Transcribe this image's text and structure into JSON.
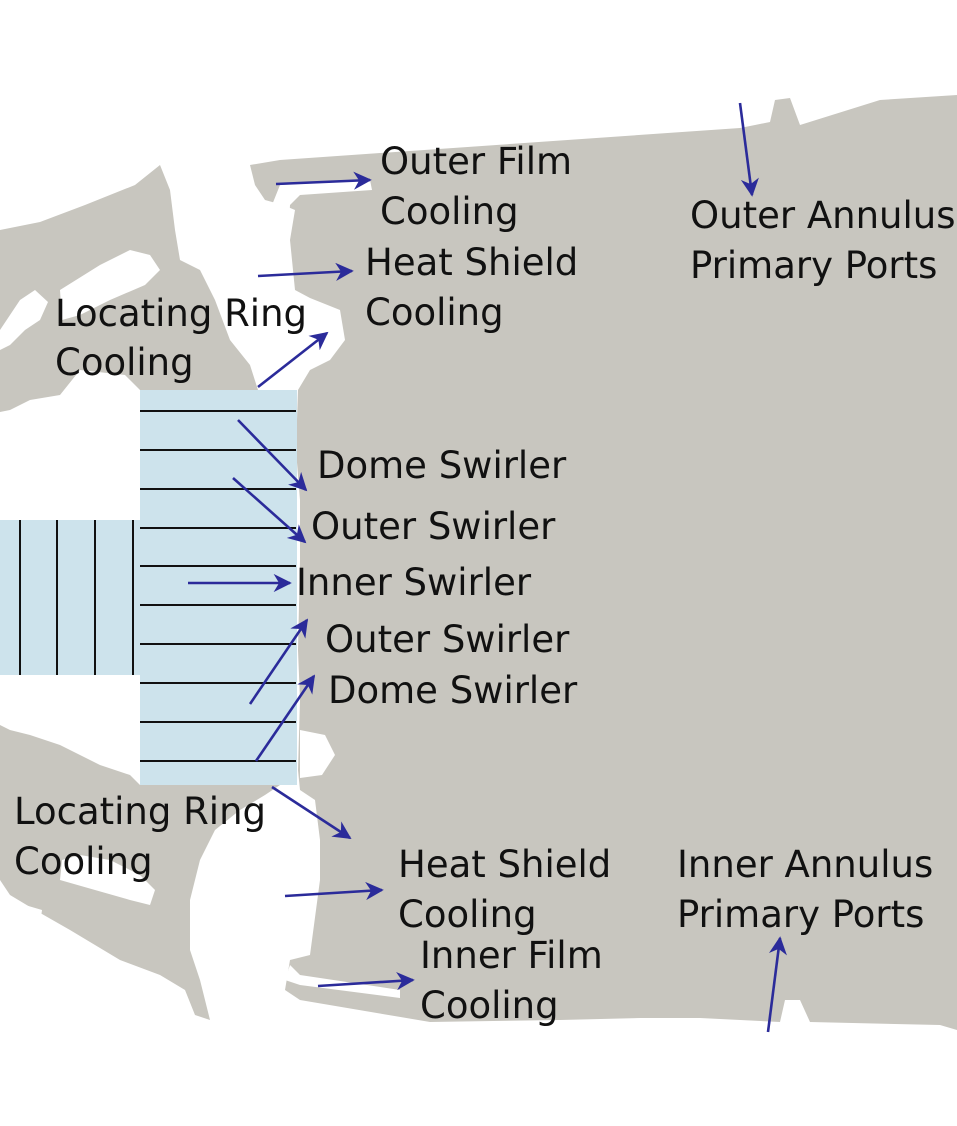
{
  "labels": {
    "outer_film_cooling": [
      "Outer Film",
      "Cooling"
    ],
    "outer_annulus_primary_ports": [
      "Outer Annulus",
      "Primary Ports"
    ],
    "heat_shield_cooling_top": [
      "Heat Shield",
      "Cooling"
    ],
    "locating_ring_cooling_top": [
      "Locating Ring",
      "Cooling"
    ],
    "dome_swirler_top": "Dome Swirler",
    "outer_swirler_top": "Outer Swirler",
    "inner_swirler": "Inner Swirler",
    "outer_swirler_bottom": "Outer Swirler",
    "dome_swirler_bottom": "Dome Swirler",
    "locating_ring_cooling_bottom": [
      "Locating Ring",
      "Cooling"
    ],
    "heat_shield_cooling_bottom": [
      "Heat Shield",
      "Cooling"
    ],
    "inner_annulus_primary_ports": [
      "Inner Annulus",
      "Primary Ports"
    ],
    "inner_film_cooling": [
      "Inner Film",
      "Cooling"
    ]
  },
  "colors": {
    "solid": "#c8c6bf",
    "swirler": "#cde3ec",
    "arrow": "#2b2b9a",
    "text": "#111111"
  }
}
